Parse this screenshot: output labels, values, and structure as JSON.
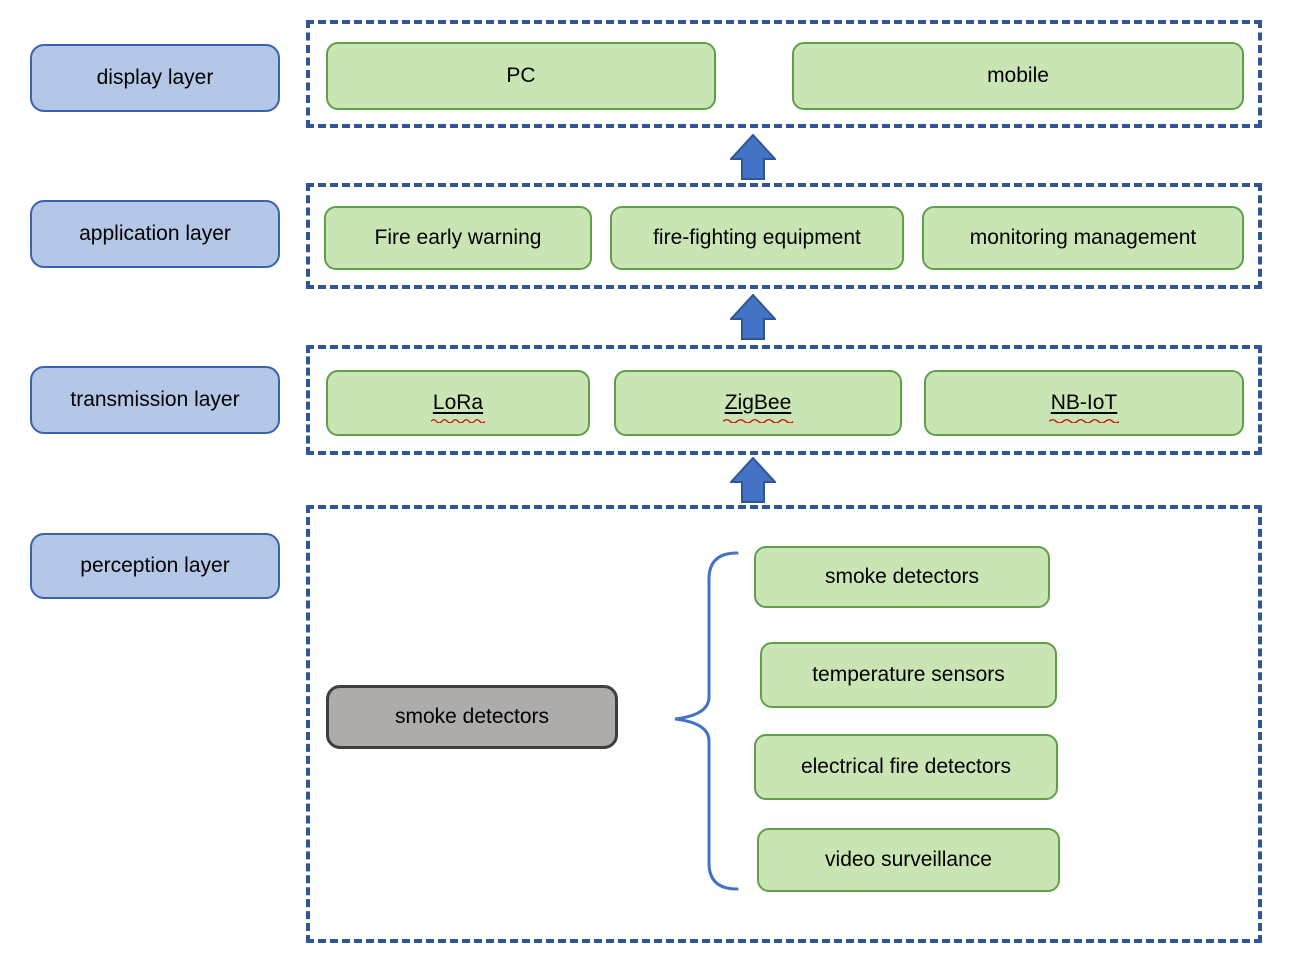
{
  "diagram": {
    "colors": {
      "label_fill": "#b4c7e7",
      "label_border": "#3a62ad",
      "green_fill": "#c9e5b4",
      "green_border": "#61a04a",
      "dashed_border": "#2f5597",
      "arrow_fill": "#4472c4",
      "arrow_border": "#2f5597",
      "gray_fill": "#aeabab",
      "gray_border": "#3f3d3d",
      "brace": "#4472c4",
      "squiggle": "#d40000"
    },
    "layers": [
      {
        "label": "display layer",
        "boxes": [
          "PC",
          "mobile"
        ]
      },
      {
        "label": "application layer",
        "boxes": [
          "Fire early warning",
          "fire-fighting equipment",
          "monitoring management"
        ]
      },
      {
        "label": "transmission layer",
        "boxes": [
          "LoRa",
          "ZigBee",
          "NB-IoT"
        ]
      },
      {
        "label": "perception layer",
        "source_box": "smoke detectors",
        "detail_boxes": [
          "smoke detectors",
          "temperature sensors",
          "electrical fire detectors",
          "video surveillance"
        ]
      }
    ]
  }
}
